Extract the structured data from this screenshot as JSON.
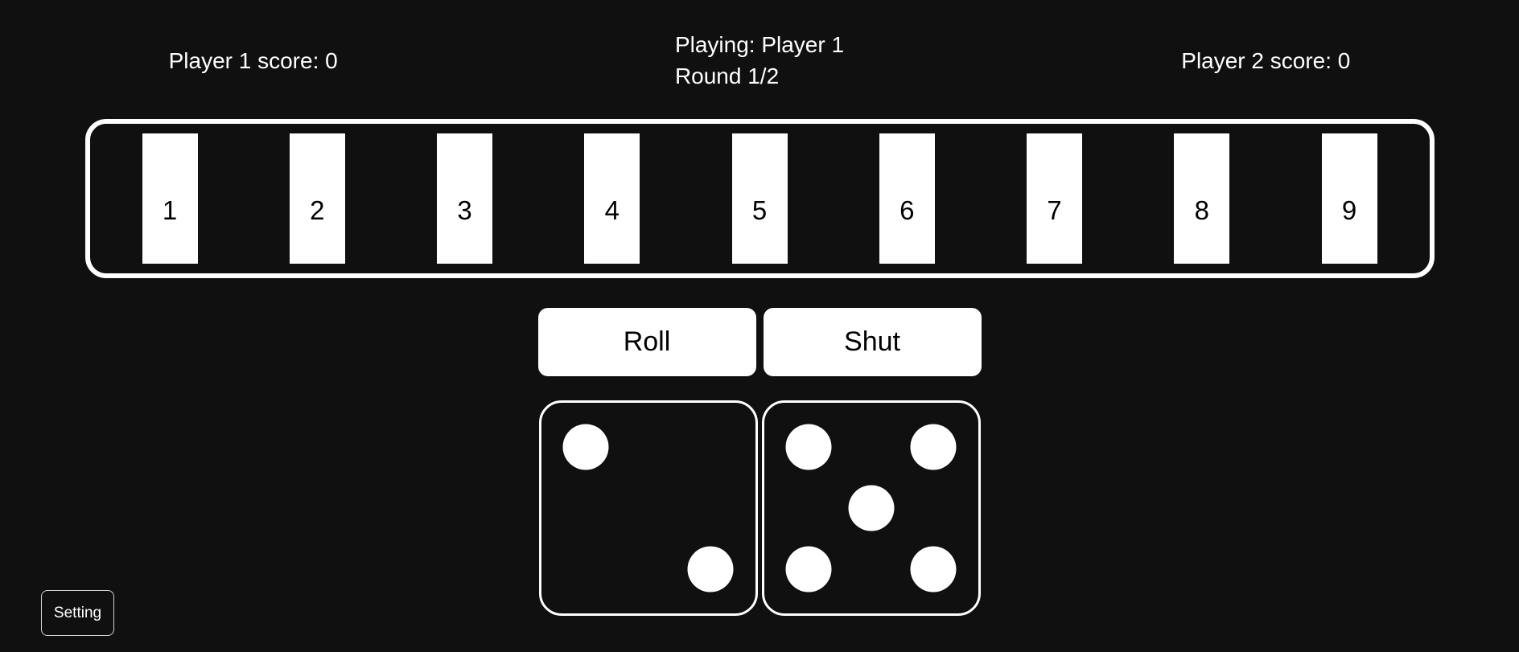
{
  "colors": {
    "background": "#101010",
    "text": "#ffffff",
    "border": "#ffffff",
    "tile_fill": "#ffffff",
    "tile_text": "#000000",
    "button_fill": "#ffffff",
    "button_text": "#000000"
  },
  "scoreboard": {
    "player1_score": "Player 1 score: 0",
    "playing": "Playing: Player 1",
    "round": "Round 1/2",
    "player2_score": "Player 2 score: 0"
  },
  "tile_rack": {
    "tiles": [
      "1",
      "2",
      "3",
      "4",
      "5",
      "6",
      "7",
      "8",
      "9"
    ]
  },
  "actions": {
    "roll": "Roll",
    "shut": "Shut"
  },
  "dice": [
    {
      "name": "die-1",
      "value": 2
    },
    {
      "name": "die-2",
      "value": 5
    }
  ],
  "settings": {
    "label": "Setting"
  }
}
